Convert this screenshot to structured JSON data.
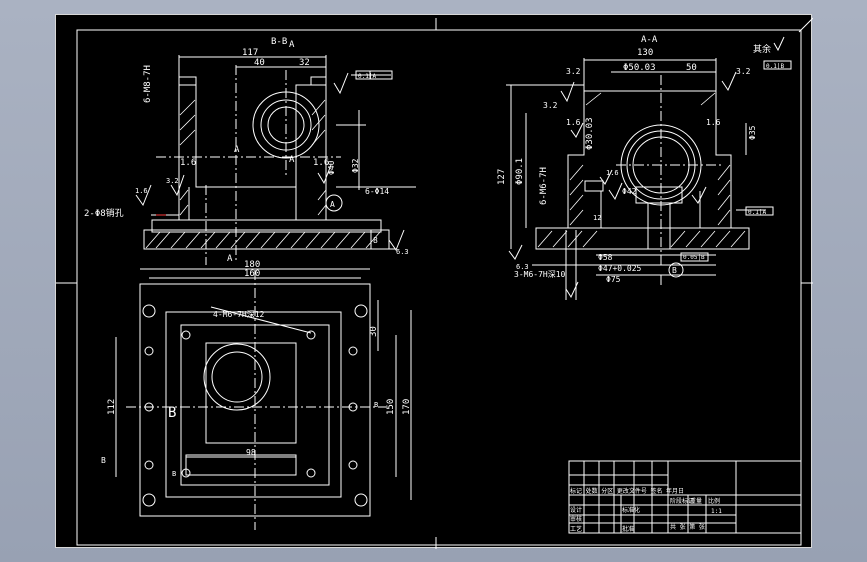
{
  "app": {
    "background": "#9da6b8",
    "canvas_color": "#000000",
    "line_color": "#ffffff",
    "accent_red": "#ff3b3b",
    "accent_green": "#3bd13b"
  },
  "section_bb": {
    "title": "B-B",
    "mark_a": "A",
    "dim_117": "117",
    "dim_40": "40",
    "dim_32": "32",
    "rough_16_left": "1.6",
    "rough_16_mid": "1.6",
    "rough_16_side": "1.6",
    "rough_32": "3.2",
    "rough_63": "6.3",
    "thread_label": "6-M8-7H",
    "hole_label": "2-Φ8销孔",
    "dim_phi40": "Φ40",
    "dim_phi32": "Φ32",
    "note_phi": "6-Φ14",
    "circle_a": "A",
    "dim_8": "8",
    "tol_box": "0.1|A",
    "section_a_left": "A",
    "section_a_mid": "A",
    "section_a_bottom": "A"
  },
  "section_aa": {
    "title": "A-A",
    "dim_130": "130",
    "dim_50": "50",
    "dim_phi50": "Φ50.03",
    "dim_phi30": "Φ30.03",
    "dim_127": "127",
    "dim_phi90": "Φ90.1",
    "thread_label": "6-M6-7H",
    "dim_phi42": "Φ42",
    "dim_phi58": "Φ58",
    "dim_phi47": "Φ47+0.025",
    "dim_phi75": "Φ75",
    "dim_phi35": "Φ35",
    "dim_12": "12",
    "thread_bottom": "3-M6-7H深10",
    "circle_b": "B",
    "rough_32a": "3.2",
    "rough_32b": "3.2",
    "rough_32c": "3.2",
    "rough_16a": "1.6",
    "rough_16b": "1.6",
    "rough_16c": "1.6",
    "rough_63": "6.3",
    "tol_box_top": "0.1|B",
    "tol_box_mid": "0.1|A",
    "tol_box_bottom": "0.05|B",
    "other_note": "其余"
  },
  "plan_view": {
    "dim_180": "180",
    "dim_160": "160",
    "thread_label": "4-M6-7H深12",
    "dim_30": "30",
    "dim_112": "112",
    "dim_150": "150",
    "dim_170": "170",
    "dim_98": "98",
    "label_b_big": "B",
    "label_b_small": "B",
    "label_b_left": "B",
    "label_b_right": "B"
  },
  "title_block": {
    "title_row": "标记 处数 分区 更改文件号 签名 年月日",
    "design": "设计",
    "standard": "标准化",
    "stage": "阶段标记",
    "weight": "重量",
    "scale": "比例",
    "scale_value": "1:1",
    "check": "审核",
    "process": "工艺",
    "approve": "批准",
    "sheet": "共 张 第 张"
  }
}
